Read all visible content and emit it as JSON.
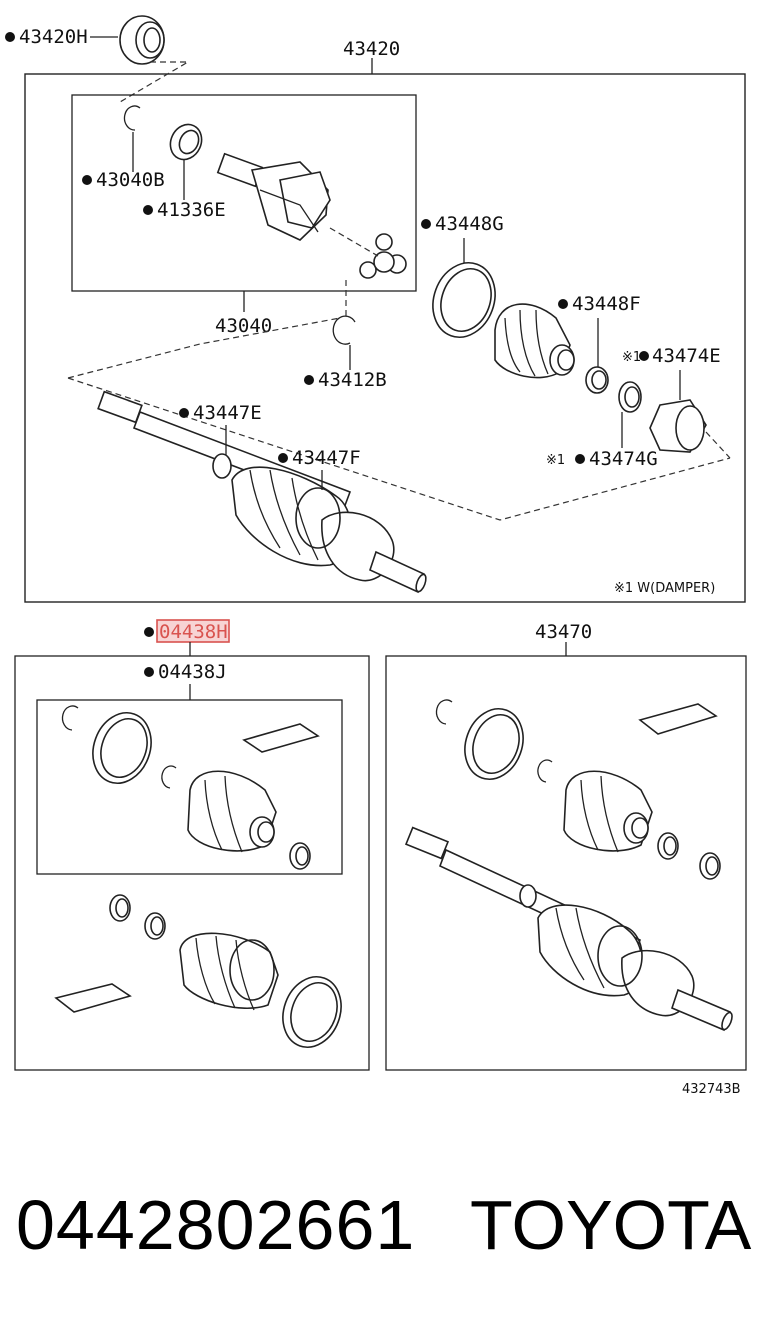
{
  "labels": {
    "top_seal": "43420H",
    "assembly_top": "43420",
    "circlip_inner": "43040B",
    "seal_inner": "41336E",
    "joint_inner": "43040",
    "boot_band_large": "43448G",
    "boot_band_small": "43448F",
    "snap_ring": "43412B",
    "damper_e": "43474E",
    "damper_g": "43474G",
    "shaft_band_e": "43447E",
    "shaft_band_f": "43447F",
    "note_damper": "※1 W(DAMPER)",
    "mark_damper_e": "※1",
    "mark_damper_g": "※1",
    "kit_h": "04438H",
    "kit_j": "04438J",
    "assembly_bottom": "43470",
    "figure_code": "432743B"
  },
  "highlight_color": "#d9534f",
  "highlight_fill": "#f7d4d4",
  "footer": {
    "part_number": "0442802661",
    "brand": "TOYOTA"
  }
}
